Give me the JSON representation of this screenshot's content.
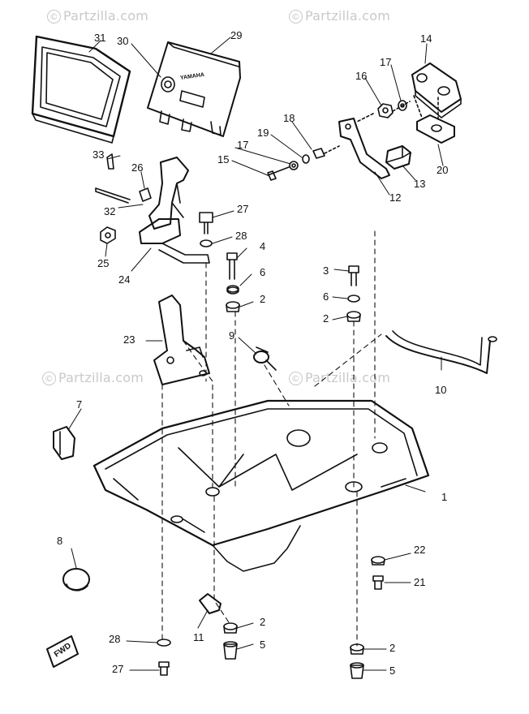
{
  "watermarks": [
    {
      "symbol": "©",
      "text": "Partzilla.com"
    },
    {
      "symbol": "©",
      "text": "Partzilla.com"
    },
    {
      "symbol": "©",
      "text": "Partzilla.com"
    },
    {
      "symbol": "©",
      "text": "Partzilla.com"
    }
  ],
  "callouts": {
    "c31": "31",
    "c30": "30",
    "c29": "29",
    "c14": "14",
    "c17a": "17",
    "c16": "16",
    "c18": "18",
    "c19": "19",
    "c17b": "17",
    "c15": "15",
    "c12": "12",
    "c13": "13",
    "c20": "20",
    "c33": "33",
    "c26": "26",
    "c32": "32",
    "c27a": "27",
    "c28a": "28",
    "c25": "25",
    "c24": "24",
    "c4": "4",
    "c6a": "6",
    "c2a": "2",
    "c3": "3",
    "c6b": "6",
    "c2b": "2",
    "c23": "23",
    "c9": "9",
    "c10": "10",
    "c7": "7",
    "c1": "1",
    "c8": "8",
    "c22": "22",
    "c21": "21",
    "c11": "11",
    "c2c": "2",
    "c5a": "5",
    "c28b": "28",
    "c27b": "27",
    "c2d": "2",
    "c5b": "5"
  },
  "fwd_label": "FWD",
  "panel_logo": "YAMAHA"
}
